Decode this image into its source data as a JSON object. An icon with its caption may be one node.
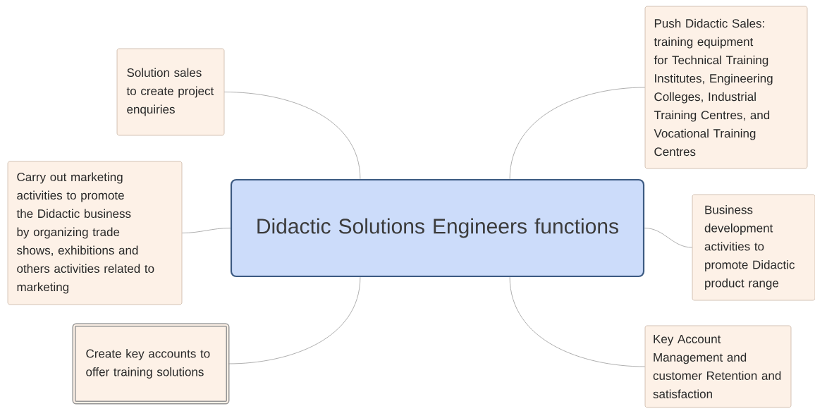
{
  "diagram": {
    "nodes": [
      {
        "text": [
          "Didactic Solutions Engineers functions"
        ]
      },
      {
        "text": [
          "Solution sales to create project enquiries"
        ]
      },
      {
        "text": [
          "Carry out marketing activities to promote the Didactic business by organizing trade shows, exhibitions and others activities related to marketing"
        ]
      },
      {
        "text": [
          "Create key accounts to offer training solutions"
        ]
      },
      {
        "text": [
          "Push Didactic Sales: training equipment for Technical Training Institutes, Engineering Colleges, Industrial Training Centres, and Vocational Training Centres"
        ]
      },
      {
        "text": [
          "Business development activities to promote Didactic product range"
        ]
      },
      {
        "text": [
          "Key Account Management and customer Retention and satisfaction"
        ]
      }
    ],
    "edges": [
      {
        "from": 0,
        "to": 1,
        "arrow": "none"
      },
      {
        "from": 0,
        "to": 2,
        "arrow": "none"
      },
      {
        "from": 0,
        "to": 3,
        "arrow": "none"
      },
      {
        "from": 0,
        "to": 4,
        "arrow": "none"
      },
      {
        "from": 0,
        "to": 5,
        "arrow": "none"
      },
      {
        "from": 0,
        "to": 6,
        "arrow": "none"
      }
    ]
  }
}
